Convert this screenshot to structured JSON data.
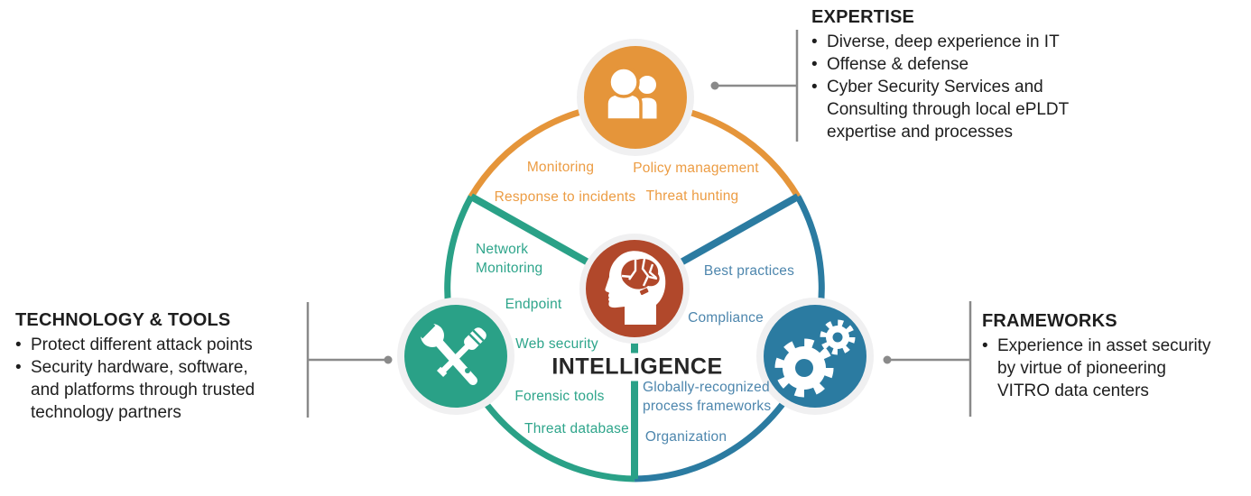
{
  "colors": {
    "orange": "#E5953A",
    "teal": "#2AA187",
    "blue": "#2B7BA1",
    "rust": "#B1482B",
    "halo": "#F0F0F1",
    "connector": "#8A8A8A",
    "label_orange": "#EC9C43",
    "label_teal": "#2EA58B",
    "label_blue": "#4D86AD",
    "text_dark": "#1E1E1E"
  },
  "center": {
    "label": "INTELLIGENCE",
    "icon": "brain-head-icon"
  },
  "groups": {
    "expertise": {
      "heading": "EXPERTISE",
      "icon": "people-icon",
      "bullets": [
        "Diverse, deep experience in IT",
        "Offense & defense",
        "Cyber Security Services and\nConsulting through local ePLDT\nexpertise and processes"
      ],
      "wheel_labels": {
        "monitoring": "Monitoring",
        "policy_management": "Policy management",
        "response_to_incidents": "Response to incidents",
        "threat_hunting": "Threat hunting"
      }
    },
    "technology": {
      "heading": "TECHNOLOGY & TOOLS",
      "icon": "tools-icon",
      "bullets": [
        "Protect different attack points",
        "Security hardware, software,\nand platforms through trusted\ntechnology partners"
      ],
      "wheel_labels": {
        "network_monitoring": "Network\nMonitoring",
        "endpoint": "Endpoint",
        "web_security": "Web security",
        "forensic_tools": "Forensic tools",
        "threat_database": "Threat database"
      }
    },
    "frameworks": {
      "heading": "FRAMEWORKS",
      "icon": "gears-icon",
      "bullets": [
        "Experience in asset security\nby virtue of pioneering\nVITRO data centers"
      ],
      "wheel_labels": {
        "best_practices": "Best practices",
        "compliance": "Compliance",
        "process_frameworks": "Globally-recognized\nprocess frameworks",
        "organization": "Organization"
      }
    }
  }
}
